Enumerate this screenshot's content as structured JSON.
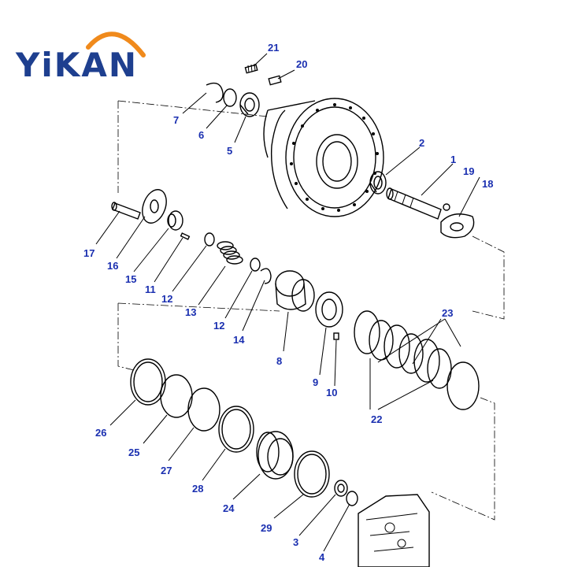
{
  "brand": {
    "logo_text": "YiKAN",
    "arc_color": "#f08a1c",
    "text_color": "#1e3f8f"
  },
  "label_color": "#1a2fb0",
  "callouts": [
    "1",
    "2",
    "3",
    "4",
    "5",
    "6",
    "7",
    "8",
    "9",
    "10",
    "11",
    "12",
    "12",
    "13",
    "14",
    "15",
    "16",
    "17",
    "18",
    "19",
    "20",
    "21",
    "22",
    "23",
    "24",
    "25",
    "26",
    "27",
    "28",
    "29"
  ]
}
